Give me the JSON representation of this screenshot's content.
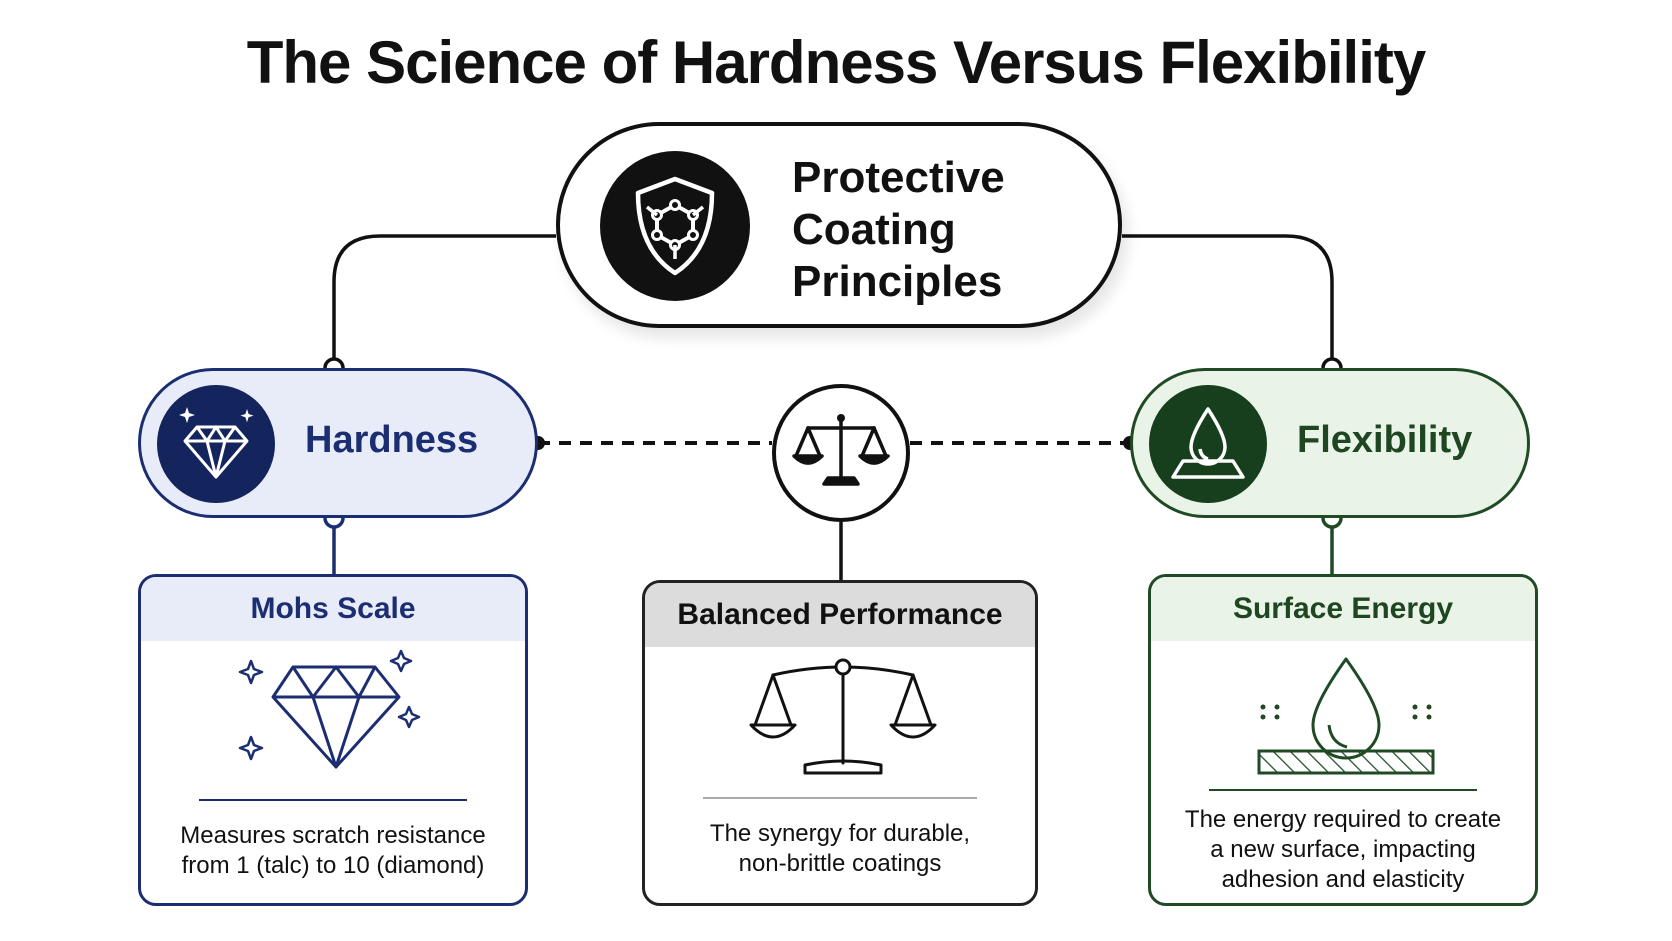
{
  "title": "The Science of Hardness Versus Flexibility",
  "center": {
    "label_lines": [
      "Protective",
      "Coating",
      "Principles"
    ],
    "icon": "shield-molecule-icon"
  },
  "hardness": {
    "label": "Hardness",
    "icon": "diamond-sparkle-icon",
    "accent": "#1c2e72",
    "card": {
      "title": "Mohs Scale",
      "icon": "diamond-icon",
      "text_lines": [
        "Measures scratch resistance",
        "from 1 (talc) to 10 (diamond)"
      ]
    }
  },
  "balance": {
    "icon": "balance-scale-icon",
    "card": {
      "title": "Balanced Performance",
      "icon": "balance-scale-icon",
      "text_lines": [
        "The synergy for durable,",
        "non-brittle coatings"
      ]
    }
  },
  "flexibility": {
    "label": "Flexibility",
    "icon": "droplet-surface-icon",
    "accent": "#1f4a24",
    "card": {
      "title": "Surface Energy",
      "icon": "droplet-on-surface-icon",
      "text_lines": [
        "The energy required to create",
        "a new surface, impacting",
        "adhesion and elasticity"
      ]
    }
  }
}
